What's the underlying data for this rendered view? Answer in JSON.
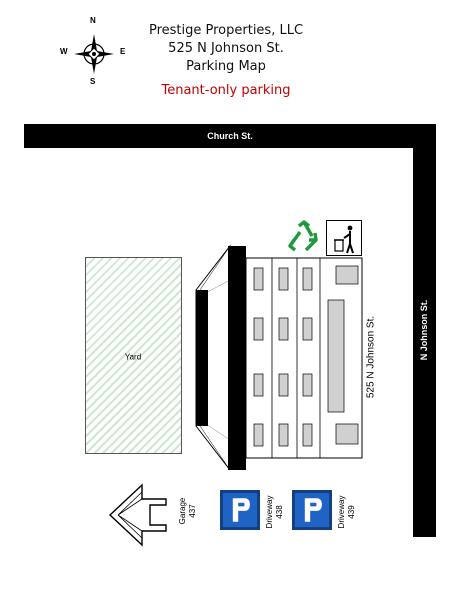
{
  "compass": {
    "n": "N",
    "s": "S",
    "e": "E",
    "w": "W"
  },
  "header": {
    "company": "Prestige Properties, LLC",
    "address": "525 N Johnson St.",
    "subtitle": "Parking Map",
    "notice": "Tenant-only parking"
  },
  "streets": {
    "north": "Church St.",
    "east": "N Johnson St."
  },
  "building_label": "525 N Johnson St.",
  "yard_label": "Yard",
  "parking": [
    {
      "name": "Garage",
      "number": "437"
    },
    {
      "name": "Driveway",
      "number": "438"
    },
    {
      "name": "Driveway",
      "number": "439"
    }
  ],
  "icons": [
    "compass-rose-icon",
    "recycle-icon",
    "trash-icon",
    "arrow-icon",
    "parking-sign-icon"
  ],
  "colors": {
    "notice": "#c00000",
    "parking_sign": "#1f63c4",
    "recycle": "#1e9a3c",
    "street": "#000000"
  }
}
